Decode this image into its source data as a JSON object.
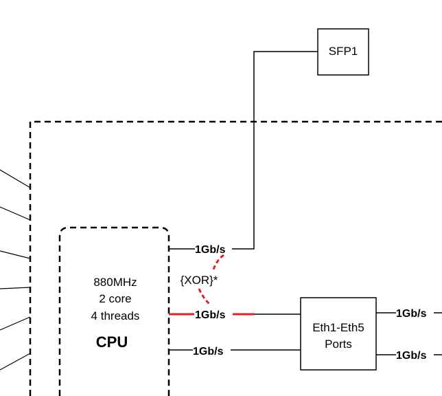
{
  "sfp_box": {
    "label": "SFP1"
  },
  "cpu": {
    "freq": "880MHz",
    "cores": "2 core",
    "threads": "4 threads",
    "title": "CPU"
  },
  "links": {
    "cpu_port_1": "1Gb/s",
    "cpu_port_2": "1Gb/s",
    "cpu_port_3": "1Gb/s",
    "xor_label": "{XOR}*"
  },
  "eth_box": {
    "line1": "Eth1-Eth5",
    "line2": "Ports"
  },
  "eth_links": {
    "top": "1Gb/s",
    "bottom": "1Gb/s"
  },
  "colors": {
    "line": "#000000",
    "highlight": "#e02020"
  }
}
